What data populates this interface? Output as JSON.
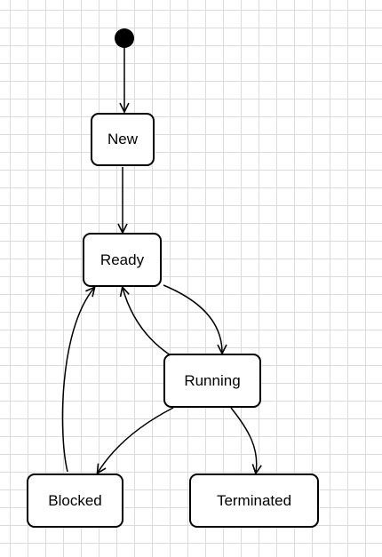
{
  "diagram": {
    "type": "state-machine",
    "colors": {
      "stroke": "#000000",
      "fill": "#ffffff",
      "grid": "#dcdcdc"
    },
    "nodes": [
      {
        "id": "new",
        "label": "New"
      },
      {
        "id": "ready",
        "label": "Ready"
      },
      {
        "id": "running",
        "label": "Running"
      },
      {
        "id": "blocked",
        "label": "Blocked"
      },
      {
        "id": "terminated",
        "label": "Terminated"
      }
    ],
    "edges": [
      {
        "from": "initial",
        "to": "new"
      },
      {
        "from": "new",
        "to": "ready"
      },
      {
        "from": "ready",
        "to": "running"
      },
      {
        "from": "running",
        "to": "ready"
      },
      {
        "from": "running",
        "to": "blocked"
      },
      {
        "from": "running",
        "to": "terminated"
      },
      {
        "from": "blocked",
        "to": "ready"
      }
    ]
  }
}
